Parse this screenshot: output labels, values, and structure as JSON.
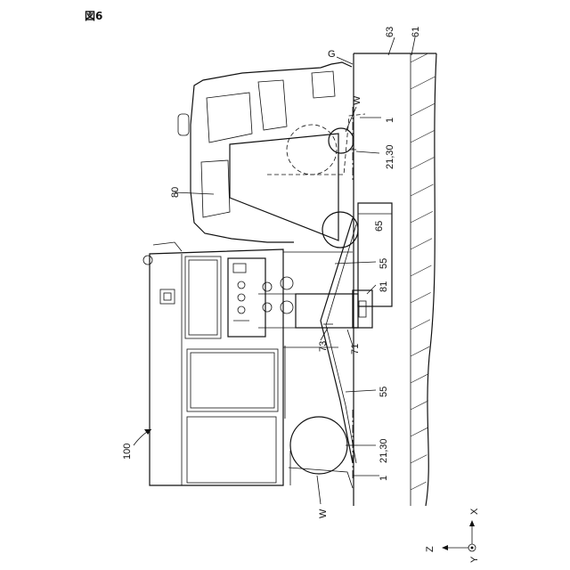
{
  "figure": {
    "title": "図6"
  },
  "labels": {
    "ground": "G",
    "layer_63": "63",
    "layer_61": "61",
    "wheel_top": "W",
    "tire_ref_top": "1",
    "sensor_top": "21,30",
    "cab_80": "80",
    "pit_65": "65",
    "rail_55_top": "55",
    "base_81": "81",
    "post_73": "73",
    "post_71": "71",
    "rail_55_bottom": "55",
    "sensor_bottom": "21,30",
    "tire_ref_bottom": "1",
    "wheel_bottom": "W",
    "device_100": "100"
  },
  "axes": {
    "x": "X",
    "z": "Z",
    "y": "Y"
  }
}
